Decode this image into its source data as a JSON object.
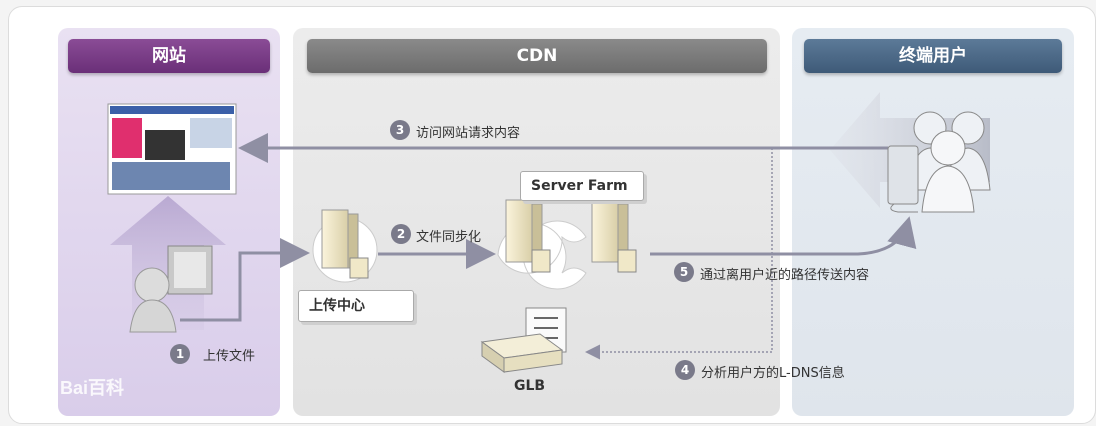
{
  "headers": {
    "website": "网站",
    "cdn": "CDN",
    "user": "终端用户"
  },
  "steps": [
    {
      "num": "1",
      "label": "上传文件"
    },
    {
      "num": "2",
      "label": "文件同步化"
    },
    {
      "num": "3",
      "label": "访问网站请求内容"
    },
    {
      "num": "4",
      "label": "分析用户方的L-DNS信息"
    },
    {
      "num": "5",
      "label": "通过离用户近的路径传送内容"
    }
  ],
  "nodes": {
    "upload_center": "上传中心",
    "server_farm": "Server Farm",
    "glb": "GLB"
  },
  "watermark": "Bai百科",
  "colors": {
    "website": "#7a3e88",
    "cdn": "#7b7b7b",
    "user": "#4a6886",
    "arrow": "#8f8fa3"
  }
}
